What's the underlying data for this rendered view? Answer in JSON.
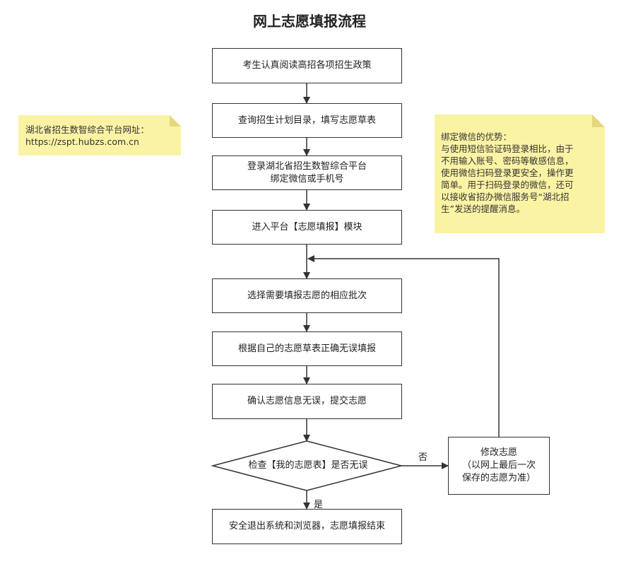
{
  "title": "网上志愿填报流程",
  "steps": {
    "s1": "考生认真阅读高招各项招生政策",
    "s2": "查询招生计划目录，填写志愿草表",
    "s3": "登录湖北省招生数智综合平台\n绑定微信或手机号",
    "s4": "进入平台【志愿填报】模块",
    "s5": "选择需要填报志愿的相应批次",
    "s6": "根据自己的志愿草表正确无误填报",
    "s7": "确认志愿信息无误，提交志愿",
    "s8": "安全退出系统和浏览器，志愿填报结束"
  },
  "decision": "检查【我的志愿表】是否无误",
  "edges": {
    "no": "否",
    "yes": "是"
  },
  "modify": {
    "line1": "修改志愿",
    "line2": "（以网上最后一次\n保存的志愿为准）"
  },
  "notes": {
    "left": "湖北省招生数智综合平台网址：\nhttps://zspt.hubzs.com.cn",
    "right": "绑定微信的优势：\n与使用短信验证码登录相比，由于\n不用输入账号、密码等敏感信息，\n使用微信扫码登录更安全，操作更\n简单。用于扫码登录的微信，还可\n以接收省招办微信服务号“湖北招\n生”发送的提醒消息。"
  },
  "colors": {
    "note_fill": "#fbf3a4",
    "note_fold": "#e6d77a",
    "line": "#333333"
  }
}
